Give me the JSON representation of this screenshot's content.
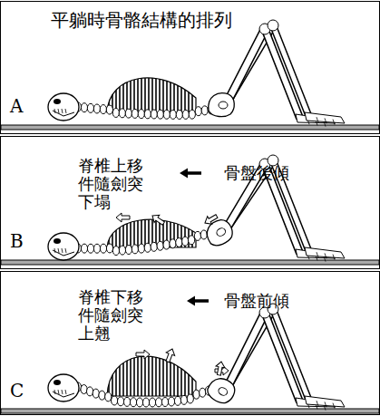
{
  "diagram": {
    "nodes": [
      {
        "text": [
          "平躺時骨骼結構的排列",
          "A"
        ]
      },
      {
        "text": [
          "脊椎上移 件隨劍突 下塌",
          "骨盤後傾",
          "B"
        ]
      },
      {
        "text": [
          "脊椎下移 件隨劍突 上翹",
          "骨盤前傾",
          "C"
        ]
      }
    ]
  }
}
